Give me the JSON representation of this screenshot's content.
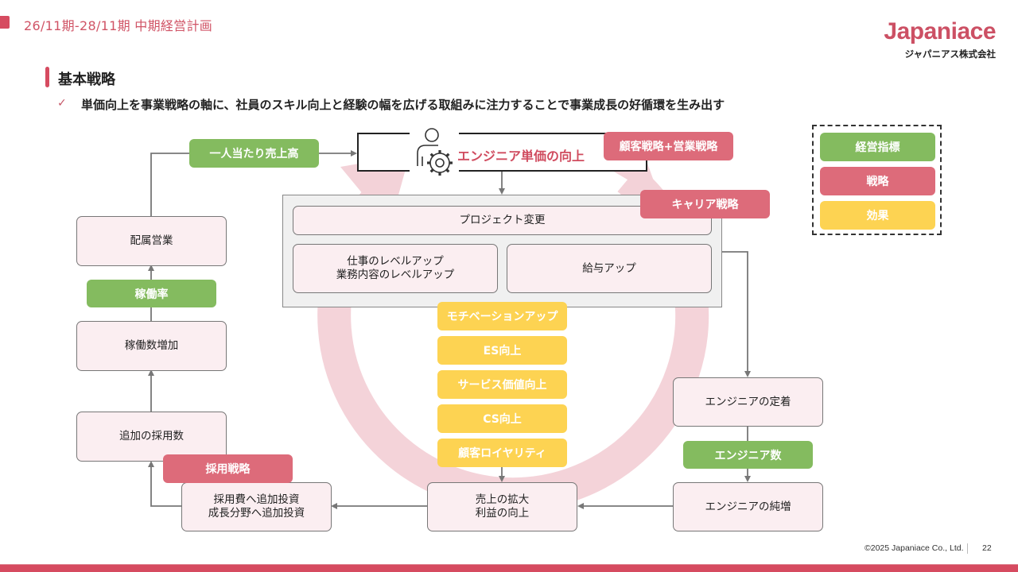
{
  "header": {
    "title": "26/11期-28/11期 中期経営計画"
  },
  "logo": {
    "name": "Japaniace",
    "subtitle": "ジャパニアス株式会社"
  },
  "section": {
    "title": "基本戦略",
    "bullet_icon": "checkmark-icon",
    "bullet": "単価向上を事業戦略の軸に、社員のスキル向上と経験の幅を広げる取組みに注力することで事業成長の好循環を生み出す"
  },
  "diagram": {
    "center": {
      "icon": "engineer-gear-icon",
      "title": "エンジニア単価の向上"
    },
    "strategy_tags": {
      "customer_sales": "顧客戦略+営業戦略",
      "career": "キャリア戦略",
      "recruiting": "採用戦略"
    },
    "indicator_tags": {
      "revenue_per_person": "一人当たり売上高",
      "utilization_rate": "稼働率",
      "engineer_count": "エンジニア数"
    },
    "career_group": {
      "project_change": "プロジェクト変更",
      "work_levelup_line1": "仕事のレベルアップ",
      "work_levelup_line2": "業務内容のレベルアップ",
      "salary_up": "給与アップ"
    },
    "effects": [
      "モチベーションアップ",
      "ES向上",
      "サービス価値向上",
      "CS向上",
      "顧客ロイヤリティ"
    ],
    "nodes": {
      "assigned_sales": "配属営業",
      "utilization_increase": "稼働数増加",
      "additional_hires": "追加の採用数",
      "investment_line1": "採用費へ追加投資",
      "investment_line2": "成長分野へ追加投資",
      "revenue_line1": "売上の拡大",
      "revenue_line2": "利益の向上",
      "engineer_retention": "エンジニアの定着",
      "engineer_net_increase": "エンジニアの純増"
    },
    "cycle_icon": "circular-arrow-icon"
  },
  "legend": {
    "items": [
      {
        "label": "経営指標",
        "color": "#84bb5f"
      },
      {
        "label": "戦略",
        "color": "#dd6b7a"
      },
      {
        "label": "効果",
        "color": "#fdd352"
      }
    ]
  },
  "footer": {
    "copyright": "©2025 Japaniace Co., Ltd.",
    "page": "22"
  }
}
